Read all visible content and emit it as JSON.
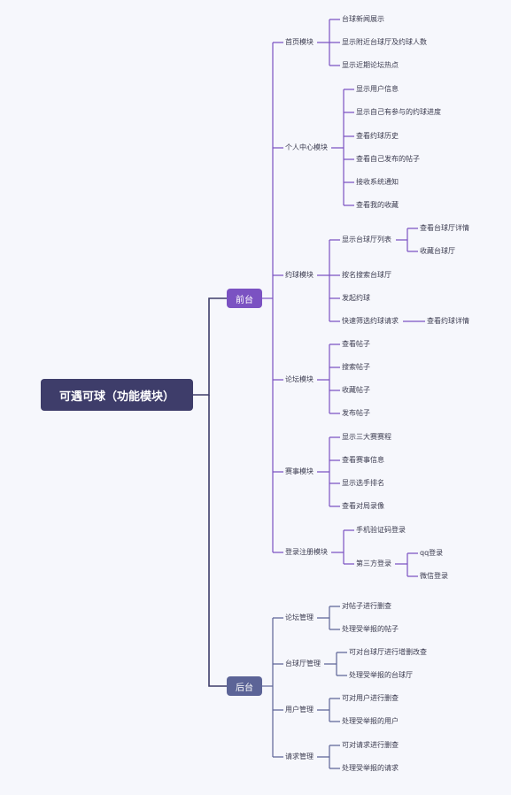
{
  "root": "可遇可球（功能模块）",
  "branches": [
    "前台",
    "后台"
  ],
  "front": {
    "m1": {
      "label": "首页模块",
      "items": [
        "台球新闻展示",
        "显示附近台球厅及约球人数",
        "显示近期论坛热点"
      ]
    },
    "m2": {
      "label": "个人中心模块",
      "items": [
        "显示用户信息",
        "显示自己有参与的约球进度",
        "查看约球历史",
        "查看自己发布的帖子",
        "接收系统通知",
        "查看我的收藏"
      ]
    },
    "m3": {
      "label": "约球模块",
      "items": [
        "显示台球厅列表",
        "按名搜索台球厅",
        "发起约球",
        "快速筛选约球请求"
      ],
      "sub0": [
        "查看台球厅详情",
        "收藏台球厅"
      ],
      "sub3": [
        "查看约球详情"
      ]
    },
    "m4": {
      "label": "论坛模块",
      "items": [
        "查看帖子",
        "搜索帖子",
        "收藏帖子",
        "发布帖子"
      ]
    },
    "m5": {
      "label": "赛事模块",
      "items": [
        "显示三大赛赛程",
        "查看赛事信息",
        "显示选手排名",
        "查看对局录像"
      ]
    },
    "m6": {
      "label": "登录注册模块",
      "items": [
        "手机验证码登录",
        "第三方登录"
      ],
      "sub1": [
        "qq登录",
        "微信登录"
      ]
    }
  },
  "back": {
    "m1": {
      "label": "论坛管理",
      "items": [
        "对帖子进行删查",
        "处理受举报的帖子"
      ]
    },
    "m2": {
      "label": "台球厅管理",
      "items": [
        "可对台球厅进行增删改查",
        "处理受举报的台球厅"
      ]
    },
    "m3": {
      "label": "用户管理",
      "items": [
        "可对用户进行删查",
        "处理受举报的用户"
      ]
    },
    "m4": {
      "label": "请求管理",
      "items": [
        "可对请求进行删查",
        "处理受举报的请求"
      ]
    }
  },
  "colors": {
    "front_line": "#7b52c2",
    "back_line": "#5c6497",
    "root_line": "#3e3d6a",
    "root_bg": "#3e3d6a"
  }
}
